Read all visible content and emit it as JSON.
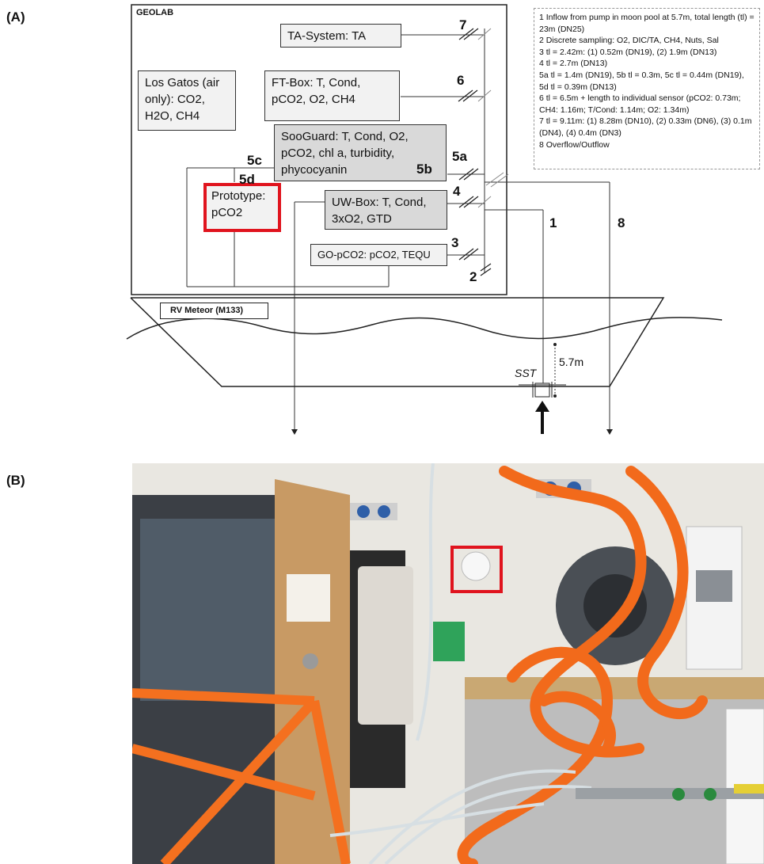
{
  "panel_a_label": "(A)",
  "panel_b_label": "(B)",
  "geolab_title": "GEOLAB",
  "ship_label": "RV Meteor (M133)",
  "depth_label": "5.7m",
  "sst_label": "SST",
  "boxes": {
    "ta_system": "TA-System: TA",
    "ft_box": "FT-Box: T, Cond, pCO2, O2, CH4",
    "los_gatos": "Los Gatos (air only): CO2, H2O, CH4",
    "sooguard": "SooGuard: T, Cond, O2, pCO2, chl a, turbidity, phycocyanin",
    "prototype": "Prototype: pCO2",
    "uw_box": "UW-Box: T, Cond, 3xO2, GTD",
    "go_pco2": "GO-pCO2: pCO2, TEQU"
  },
  "numbers": {
    "n1": "1",
    "n2": "2",
    "n3": "3",
    "n4": "4",
    "n5a": "5a",
    "n5b": "5b",
    "n5c": "5c",
    "n5d": "5d",
    "n6": "6",
    "n7": "7",
    "n8": "8"
  },
  "legend": [
    "1 Inflow from pump in moon pool at 5.7m, total length (tl) = 23m (DN25)",
    "2 Discrete sampling: O2, DIC/TA, CH4, Nuts, Sal",
    "3 tl = 2.42m: (1) 0.52m (DN19), (2) 1.9m (DN13)",
    "4 tl = 2.7m (DN13)",
    "5a tl = 1.4m (DN19), 5b tl = 0.3m, 5c tl = 0.44m (DN19), 5d tl = 0.39m (DN13)",
    "6 tl = 6.5m + length to individual sensor (pCO2: 0.73m; CH4: 1.16m; T/Cond: 1.14m; O2: 1.34m)",
    "7 tl = 9.11m: (1) 8.28m (DN10), (2) 0.33m (DN6), (3) 0.1m (DN4), (4) 0.4m (DN3)",
    "8 Overflow/Outflow"
  ],
  "colors": {
    "highlight": "#e0141e",
    "hose_orange": "#f26a1b",
    "wall": "#e9e7e1"
  }
}
